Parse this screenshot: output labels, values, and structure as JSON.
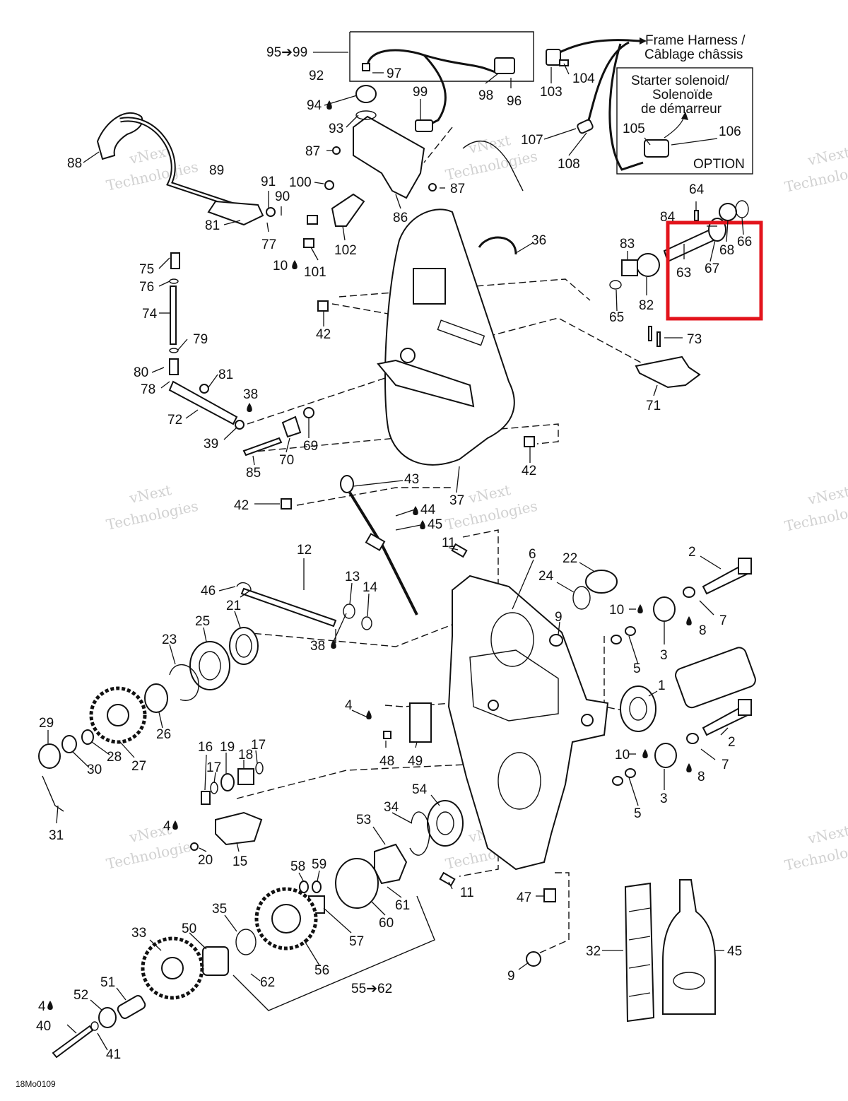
{
  "diagram_id": "18Mo0109",
  "labels": {
    "frame_harness": "Frame Harness /",
    "frame_harness_fr": "Câblage châssis",
    "starter_solenoid": "Starter solenoid/",
    "starter_solenoid_fr1": "Solenoïde",
    "starter_solenoid_fr2": "de démarreur",
    "option": "OPTION",
    "range_95_99": "95➔99",
    "range_55_62": "55➔62"
  },
  "watermark": {
    "line1": "vNext",
    "line2": "Technologies"
  },
  "highlight": {
    "color": "#e3141c"
  },
  "parts": {
    "p1": "1",
    "p2a": "2",
    "p2b": "2",
    "p3a": "3",
    "p3b": "3",
    "p4a": "4",
    "p4b": "4",
    "p4c": "4",
    "p5a": "5",
    "p5b": "5",
    "p6": "6",
    "p7a": "7",
    "p7b": "7",
    "p8a": "8",
    "p8b": "8",
    "p9a": "9",
    "p9b": "9",
    "p10a": "10",
    "p10b": "10",
    "p10c": "10",
    "p11a": "11",
    "p11b": "11",
    "p12": "12",
    "p13": "13",
    "p14": "14",
    "p15": "15",
    "p16": "16",
    "p17a": "17",
    "p17b": "17",
    "p18": "18",
    "p19": "19",
    "p20": "20",
    "p21": "21",
    "p22": "22",
    "p23": "23",
    "p24": "24",
    "p25": "25",
    "p26": "26",
    "p27": "27",
    "p28": "28",
    "p29": "29",
    "p30": "30",
    "p31": "31",
    "p32": "32",
    "p33": "33",
    "p34": "34",
    "p35": "35",
    "p36": "36",
    "p37": "37",
    "p38a": "38",
    "p38b": "38",
    "p39": "39",
    "p40": "40",
    "p41": "41",
    "p42a": "42",
    "p42b": "42",
    "p42c": "42",
    "p43": "43",
    "p44": "44",
    "p45a": "45",
    "p45b": "45",
    "p46": "46",
    "p47": "47",
    "p48": "48",
    "p49": "49",
    "p50": "50",
    "p51": "51",
    "p52": "52",
    "p53": "53",
    "p54": "54",
    "p56": "56",
    "p57": "57",
    "p58": "58",
    "p59": "59",
    "p60": "60",
    "p61": "61",
    "p62": "62",
    "p63": "63",
    "p64": "64",
    "p65": "65",
    "p66": "66",
    "p67": "67",
    "p68": "68",
    "p69": "69",
    "p70": "70",
    "p71": "71",
    "p72": "72",
    "p73": "73",
    "p74": "74",
    "p75": "75",
    "p76": "76",
    "p77": "77",
    "p78": "78",
    "p79": "79",
    "p80": "80",
    "p81a": "81",
    "p81b": "81",
    "p82": "82",
    "p83": "83",
    "p84": "84",
    "p85": "85",
    "p86": "86",
    "p87a": "87",
    "p87b": "87",
    "p88": "88",
    "p89": "89",
    "p90": "90",
    "p91": "91",
    "p92": "92",
    "p93": "93",
    "p94": "94",
    "p96": "96",
    "p97": "97",
    "p98": "98",
    "p99": "99",
    "p100": "100",
    "p101": "101",
    "p102": "102",
    "p103": "103",
    "p104": "104",
    "p105": "105",
    "p106": "106",
    "p107": "107",
    "p108": "108"
  }
}
